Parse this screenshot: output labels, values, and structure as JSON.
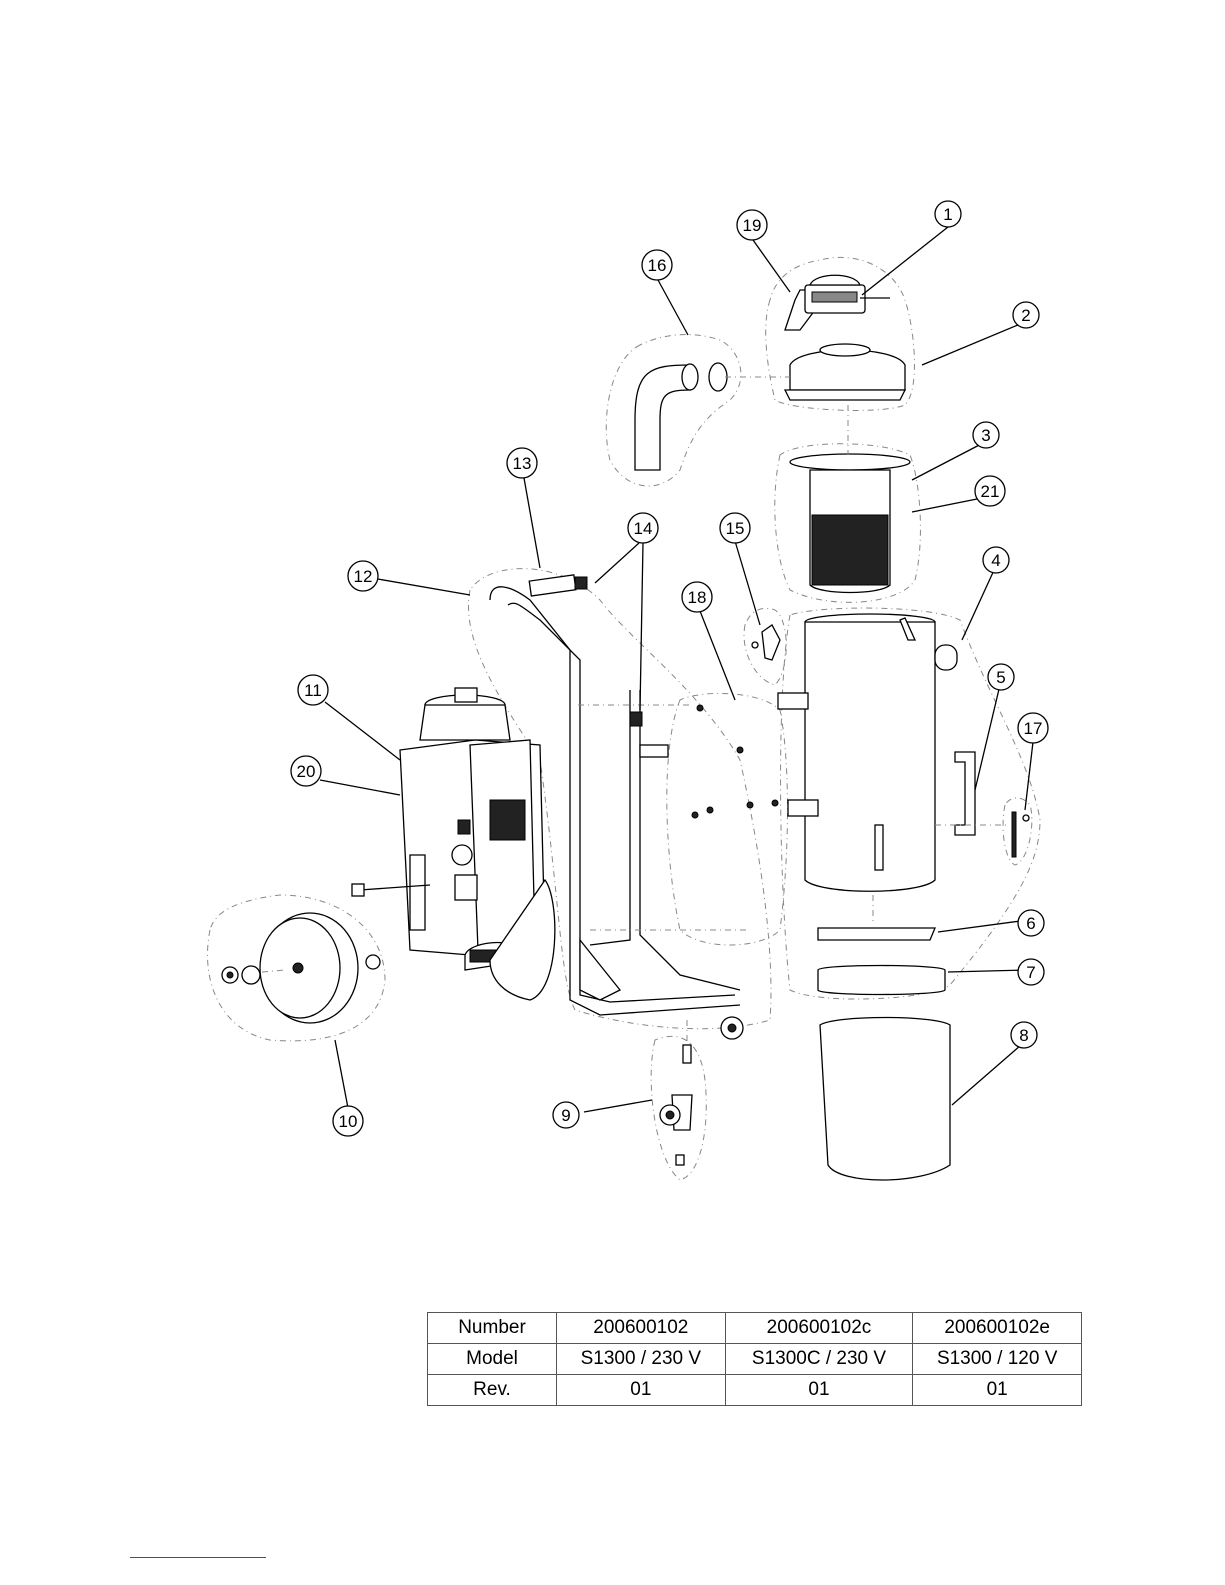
{
  "callouts": [
    "1",
    "2",
    "3",
    "4",
    "5",
    "6",
    "7",
    "8",
    "9",
    "10",
    "11",
    "12",
    "13",
    "14",
    "15",
    "16",
    "17",
    "18",
    "19",
    "20",
    "21"
  ],
  "table": {
    "rows": [
      {
        "label": "Number",
        "cells": [
          "200600102",
          "200600102c",
          "200600102e"
        ]
      },
      {
        "label": "Model",
        "cells": [
          "S1300 / 230 V",
          "S1300C / 230 V",
          "S1300 / 120 V"
        ]
      },
      {
        "label": "Rev.",
        "cells": [
          "01",
          "01",
          "01"
        ]
      }
    ]
  }
}
